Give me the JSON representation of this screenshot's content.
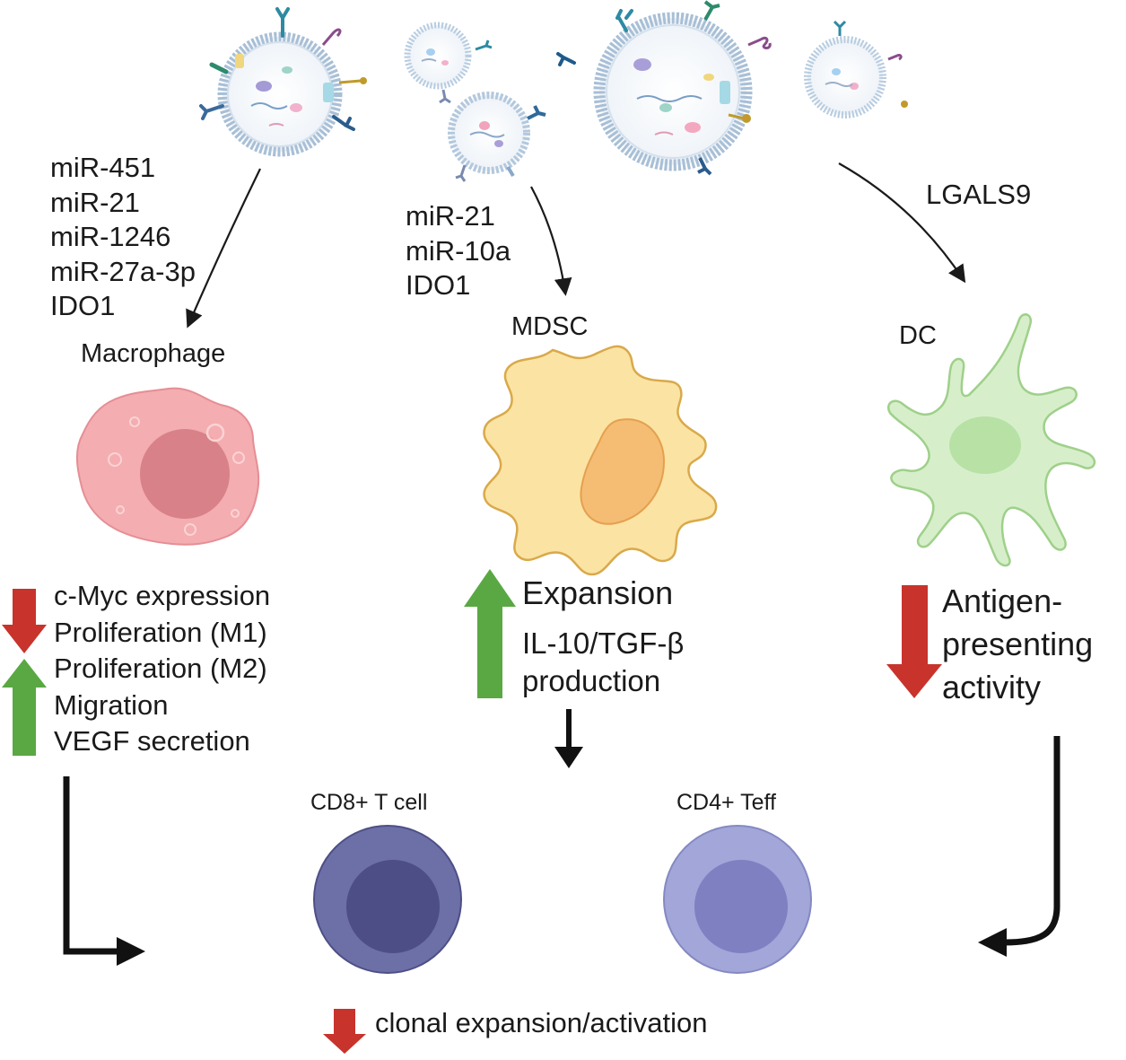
{
  "colors": {
    "arrow_down": "#c8332c",
    "arrow_up": "#5aa843",
    "macrophage": "#f4adb0",
    "macrophage_nucleus": "#d88188",
    "mdsc": "#fbe3a3",
    "mdsc_nucleus": "#f5bd73",
    "dc": "#d6efca",
    "dc_nucleus": "#b7e1a5",
    "cd8": "#6d6fa7",
    "cd8_nucleus": "#4e4e86",
    "cd4": "#a2a6d8",
    "cd4_nucleus": "#7f80c2"
  },
  "exosomes": [
    {
      "id": "exosome-large-left"
    },
    {
      "id": "exosome-small-top"
    },
    {
      "id": "exosome-middle"
    },
    {
      "id": "exosome-large-right"
    },
    {
      "id": "exosome-small-right"
    }
  ],
  "macrophage_branch": {
    "cargo": [
      "miR-451",
      "miR-21",
      "miR-1246",
      "miR-27a-3p",
      "IDO1"
    ],
    "cell_label": "Macrophage",
    "effects_down": [
      "c-Myc expression",
      "Proliferation (M1)"
    ],
    "effects_up": [
      "Proliferation (M2)",
      "Migration",
      "VEGF secretion"
    ]
  },
  "mdsc_branch": {
    "cargo": [
      "miR-21",
      "miR-10a",
      "IDO1"
    ],
    "cell_label": "MDSC",
    "effects_up": [
      "Expansion",
      "IL-10/TGF-β",
      "production"
    ]
  },
  "dc_branch": {
    "cargo": [
      "LGALS9"
    ],
    "cell_label": "DC",
    "effects_down": [
      "Antigen-",
      "presenting",
      "activity"
    ]
  },
  "targets": {
    "cd8_label": "CD8+ T cell",
    "cd4_label": "CD4+ Teff",
    "outcome": "clonal expansion/activation"
  }
}
